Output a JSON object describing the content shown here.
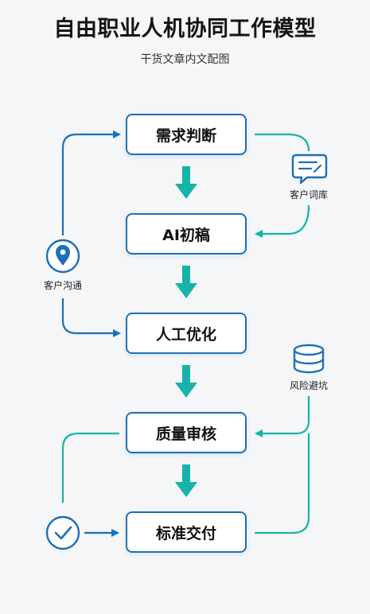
{
  "title": "自由职业人机协同工作模型",
  "subtitle": "干货文章内文配图",
  "steps": [
    {
      "label": "需求判断"
    },
    {
      "label": "AI初稿"
    },
    {
      "label": "人工优化"
    },
    {
      "label": "质量审核"
    },
    {
      "label": "标准交付"
    }
  ],
  "side_nodes": {
    "client_words": {
      "label": "客户词库",
      "icon": "chat-bubble-icon"
    },
    "client_comm": {
      "label": "客户沟通",
      "icon": "location-pin-icon"
    },
    "risk_avoid": {
      "label": "风险避坑",
      "icon": "database-icon"
    },
    "check": {
      "icon": "check-circle-icon"
    }
  },
  "colors": {
    "blue": "#1d6fb8",
    "teal": "#15b3a8",
    "box_border": "#1d6fb8"
  }
}
